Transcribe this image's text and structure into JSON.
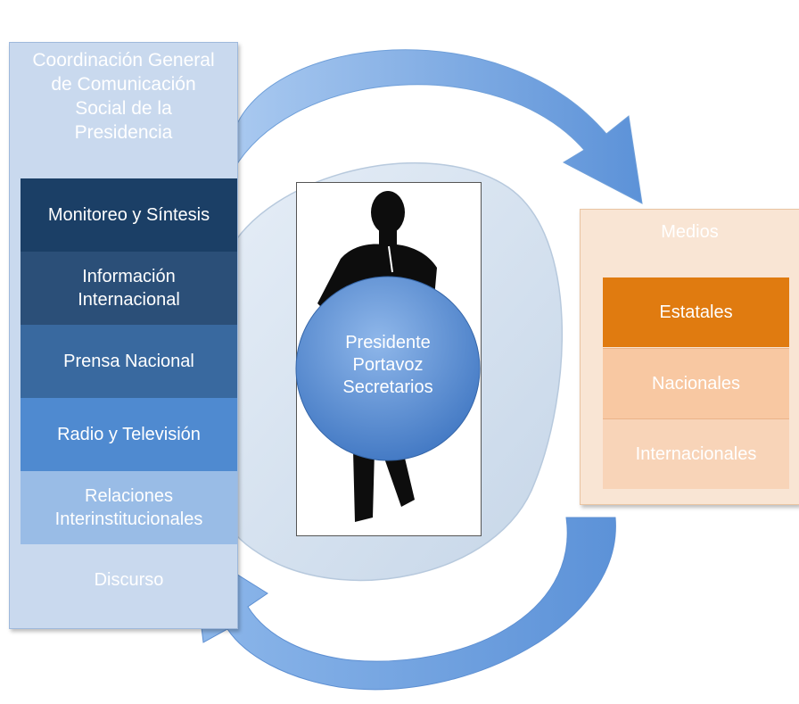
{
  "left_panel": {
    "title_lines": "Coordinación General\nde Comunicación\nSocial de la\nPresidencia",
    "boxes": [
      {
        "label": "Monitoreo y Síntesis",
        "color": "#1b3f66"
      },
      {
        "label": "Información\nInternacional",
        "color": "#2b4f78"
      },
      {
        "label": "Prensa Nacional",
        "color": "#39699f"
      },
      {
        "label": "Radio y Televisión",
        "color": "#4f8ad0"
      },
      {
        "label": "Relaciones\nInterinstitucionales",
        "color": "#99bce6"
      },
      {
        "label": "Discurso",
        "color": "#c9d9ee"
      }
    ]
  },
  "center": {
    "circle_lines": [
      "Presidente",
      "Portavoz",
      "Secretarios"
    ],
    "icon": "businessman-silhouette-icon"
  },
  "right_panel": {
    "title": "Medios",
    "boxes": [
      {
        "label": "Estatales",
        "color": "#e07b10"
      },
      {
        "label": "Nacionales",
        "color": "#f8c8a2"
      },
      {
        "label": "Internacionales",
        "color": "#f8d4b8"
      }
    ]
  },
  "colors": {
    "arrow": "#6fa2e0",
    "loop": "#d6e2ef"
  }
}
